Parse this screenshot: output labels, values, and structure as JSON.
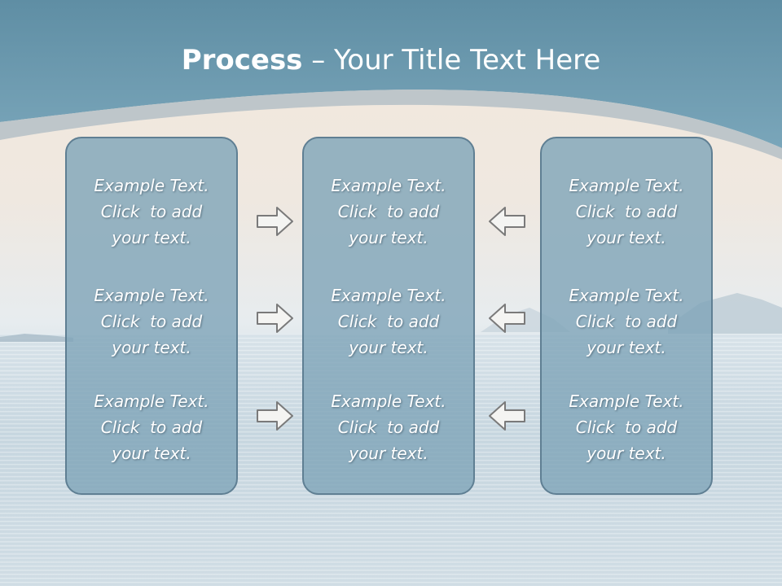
{
  "title": {
    "bold": "Process",
    "rest": " – Your Title Text Here"
  },
  "columns": [
    {
      "blocks": [
        [
          "Example Text.",
          "Click  to add",
          "your text."
        ],
        [
          "Example Text.",
          "Click  to add",
          "your text."
        ],
        [
          "Example Text.",
          "Click  to add",
          "your text."
        ]
      ]
    },
    {
      "blocks": [
        [
          "Example Text.",
          "Click  to add",
          "your text."
        ],
        [
          "Example Text.",
          "Click  to add",
          "your text."
        ],
        [
          "Example Text.",
          "Click  to add",
          "your text."
        ]
      ]
    },
    {
      "blocks": [
        [
          "Example Text.",
          "Click  to add",
          "your text."
        ],
        [
          "Example Text.",
          "Click  to add",
          "your text."
        ],
        [
          "Example Text.",
          "Click  to add",
          "your text."
        ]
      ]
    }
  ],
  "arrows": {
    "left": [
      "arrow-right-icon",
      "arrow-right-icon",
      "arrow-right-icon"
    ],
    "right": [
      "arrow-left-icon",
      "arrow-left-icon",
      "arrow-left-icon"
    ]
  },
  "colors": {
    "header": "#6e9bb0",
    "box_fill": "#7ea4b8",
    "box_border": "#5f7f93",
    "text": "#ffffff"
  }
}
